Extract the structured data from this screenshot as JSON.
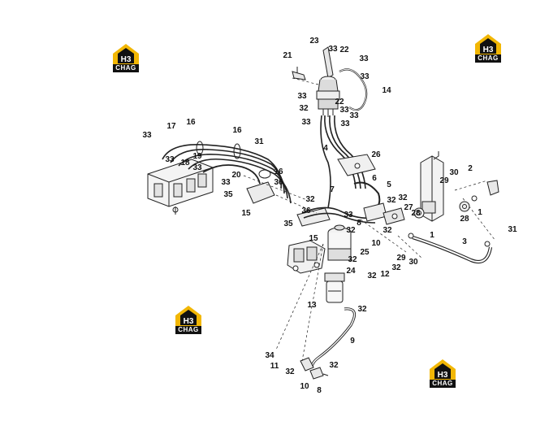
{
  "brand": {
    "logo_text": "CHAG",
    "logo_mark": "H3",
    "accent_color": "#f2b705",
    "dark_color": "#111111"
  },
  "parts": {
    "p1a": "1",
    "p1b": "1",
    "p2": "2",
    "p3": "3",
    "p4": "4",
    "p5": "5",
    "p6": "6",
    "p7": "7",
    "p8a": "8",
    "p8b": "8",
    "p9": "9",
    "p10a": "10",
    "p10b": "10",
    "p11": "11",
    "p12": "12",
    "p13": "13",
    "p14": "14",
    "p15a": "15",
    "p15b": "15",
    "p16a": "16",
    "p16b": "16",
    "p16c": "16",
    "p17": "17",
    "p18": "18",
    "p19": "19",
    "p20": "20",
    "p21": "21",
    "p22a": "22",
    "p22b": "22",
    "p23": "23",
    "p24": "24",
    "p25": "25",
    "p26": "26",
    "p27": "27",
    "p28a": "28",
    "p28b": "28",
    "p29a": "29",
    "p29b": "29",
    "p30a": "30",
    "p30b": "30",
    "p31a": "31",
    "p31b": "31",
    "p32a": "32",
    "p32b": "32",
    "p32c": "32",
    "p32d": "32",
    "p32e": "32",
    "p32f": "32",
    "p32g": "32",
    "p32h": "32",
    "p32i": "32",
    "p32j": "32",
    "p32k": "32",
    "p32l": "32",
    "p33a": "33",
    "p33b": "33",
    "p33c": "33",
    "p33d": "33",
    "p33e": "33",
    "p33f": "33",
    "p33g": "33",
    "p33h": "33",
    "p33i": "33",
    "p33j": "33",
    "p33k": "33",
    "p33l": "33",
    "p33m": "33",
    "p34": "34",
    "p35a": "35",
    "p35b": "35",
    "p36a": "36",
    "p36b": "36"
  }
}
